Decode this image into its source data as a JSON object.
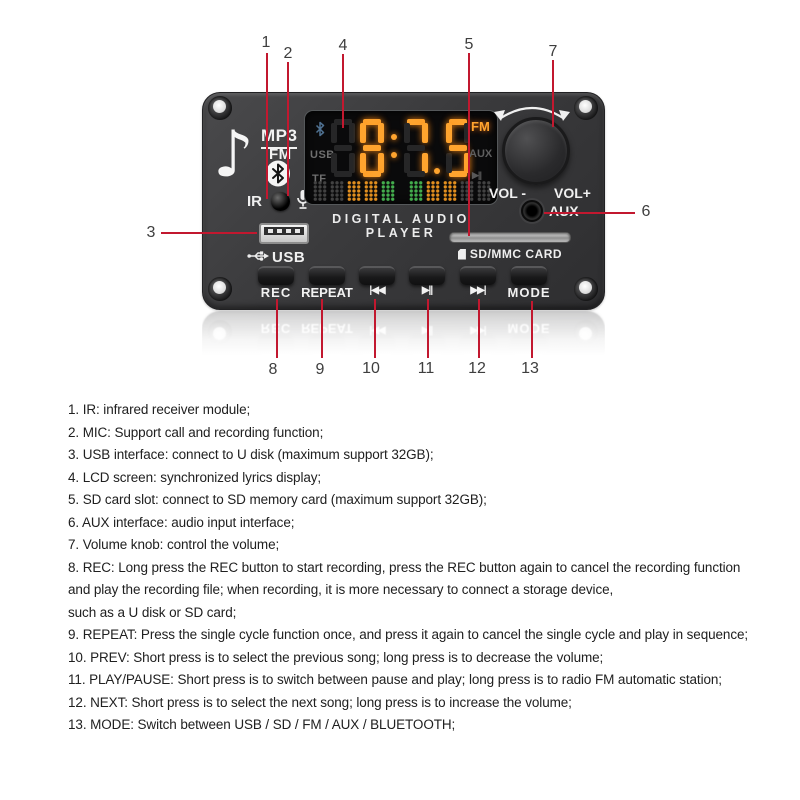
{
  "colors": {
    "accent_red": "#c2182f",
    "lit_orange": "#ffa42e",
    "spectrum_orange": "#e28f1f",
    "spectrum_green": "#43ad4d",
    "spectrum_dim": "#424242"
  },
  "board": {
    "caption": "DIGITAL AUDIO PLAYER",
    "badge_mp3": "MP3",
    "badge_fm": "FM",
    "ir_label": "IR",
    "usb_label": "USB",
    "sd_label": "SD/MMC CARD",
    "vol_minus_label": "VOL -",
    "vol_plus_label": "VOL+",
    "aux_label": "AUX",
    "display": {
      "value": "87.5",
      "mode_label": "FM",
      "left_labels": [
        "USB",
        "TF"
      ],
      "aux_label": "AUX",
      "play_pause_glyph": "▶||",
      "colon": true,
      "decimal": true,
      "digits": [
        {
          "char": "8",
          "lit": false
        },
        {
          "char": "8",
          "lit": true
        },
        {
          "char": "7",
          "lit": true
        },
        {
          "char": "5",
          "lit": true
        }
      ],
      "spectrum_left": [
        "dim",
        "dim",
        "orange",
        "orange",
        "green"
      ],
      "spectrum_right": [
        "green",
        "orange",
        "orange",
        "dim",
        "dim"
      ]
    },
    "button_labels": [
      "REC",
      "REPEAT",
      "|◀◀",
      "▶||",
      "▶▶|",
      "MODE"
    ]
  },
  "callouts": [
    "1",
    "2",
    "3",
    "4",
    "5",
    "6",
    "7",
    "8",
    "9",
    "10",
    "11",
    "12",
    "13"
  ],
  "description_lines": [
    "1. IR: infrared receiver module;",
    "2. MIC: Support call and recording function;",
    "3. USB interface: connect to U disk (maximum support 32GB);",
    "4. LCD screen: synchronized lyrics display;",
    "5. SD card slot: connect to SD memory card (maximum support 32GB);",
    "6. AUX interface: audio input interface;",
    "7. Volume knob: control the volume;",
    "8. REC: Long press the REC button to start recording, press the REC button again to cancel the recording function",
    "and play the recording file; when recording, it is more necessary to connect a storage device,",
    "such as a U disk or SD card;",
    "9. REPEAT: Press the single cycle function once, and press it again to cancel the single cycle and play in sequence;",
    "10. PREV: Short press is to select the previous song; long press is to decrease the volume;",
    "11. PLAY/PAUSE: Short press is to switch between pause and play; long press is to radio FM automatic station;",
    "12. NEXT: Short press is to select the next song; long press is to increase the volume;",
    "13. MODE: Switch between USB / SD / FM / AUX / BLUETOOTH;"
  ]
}
